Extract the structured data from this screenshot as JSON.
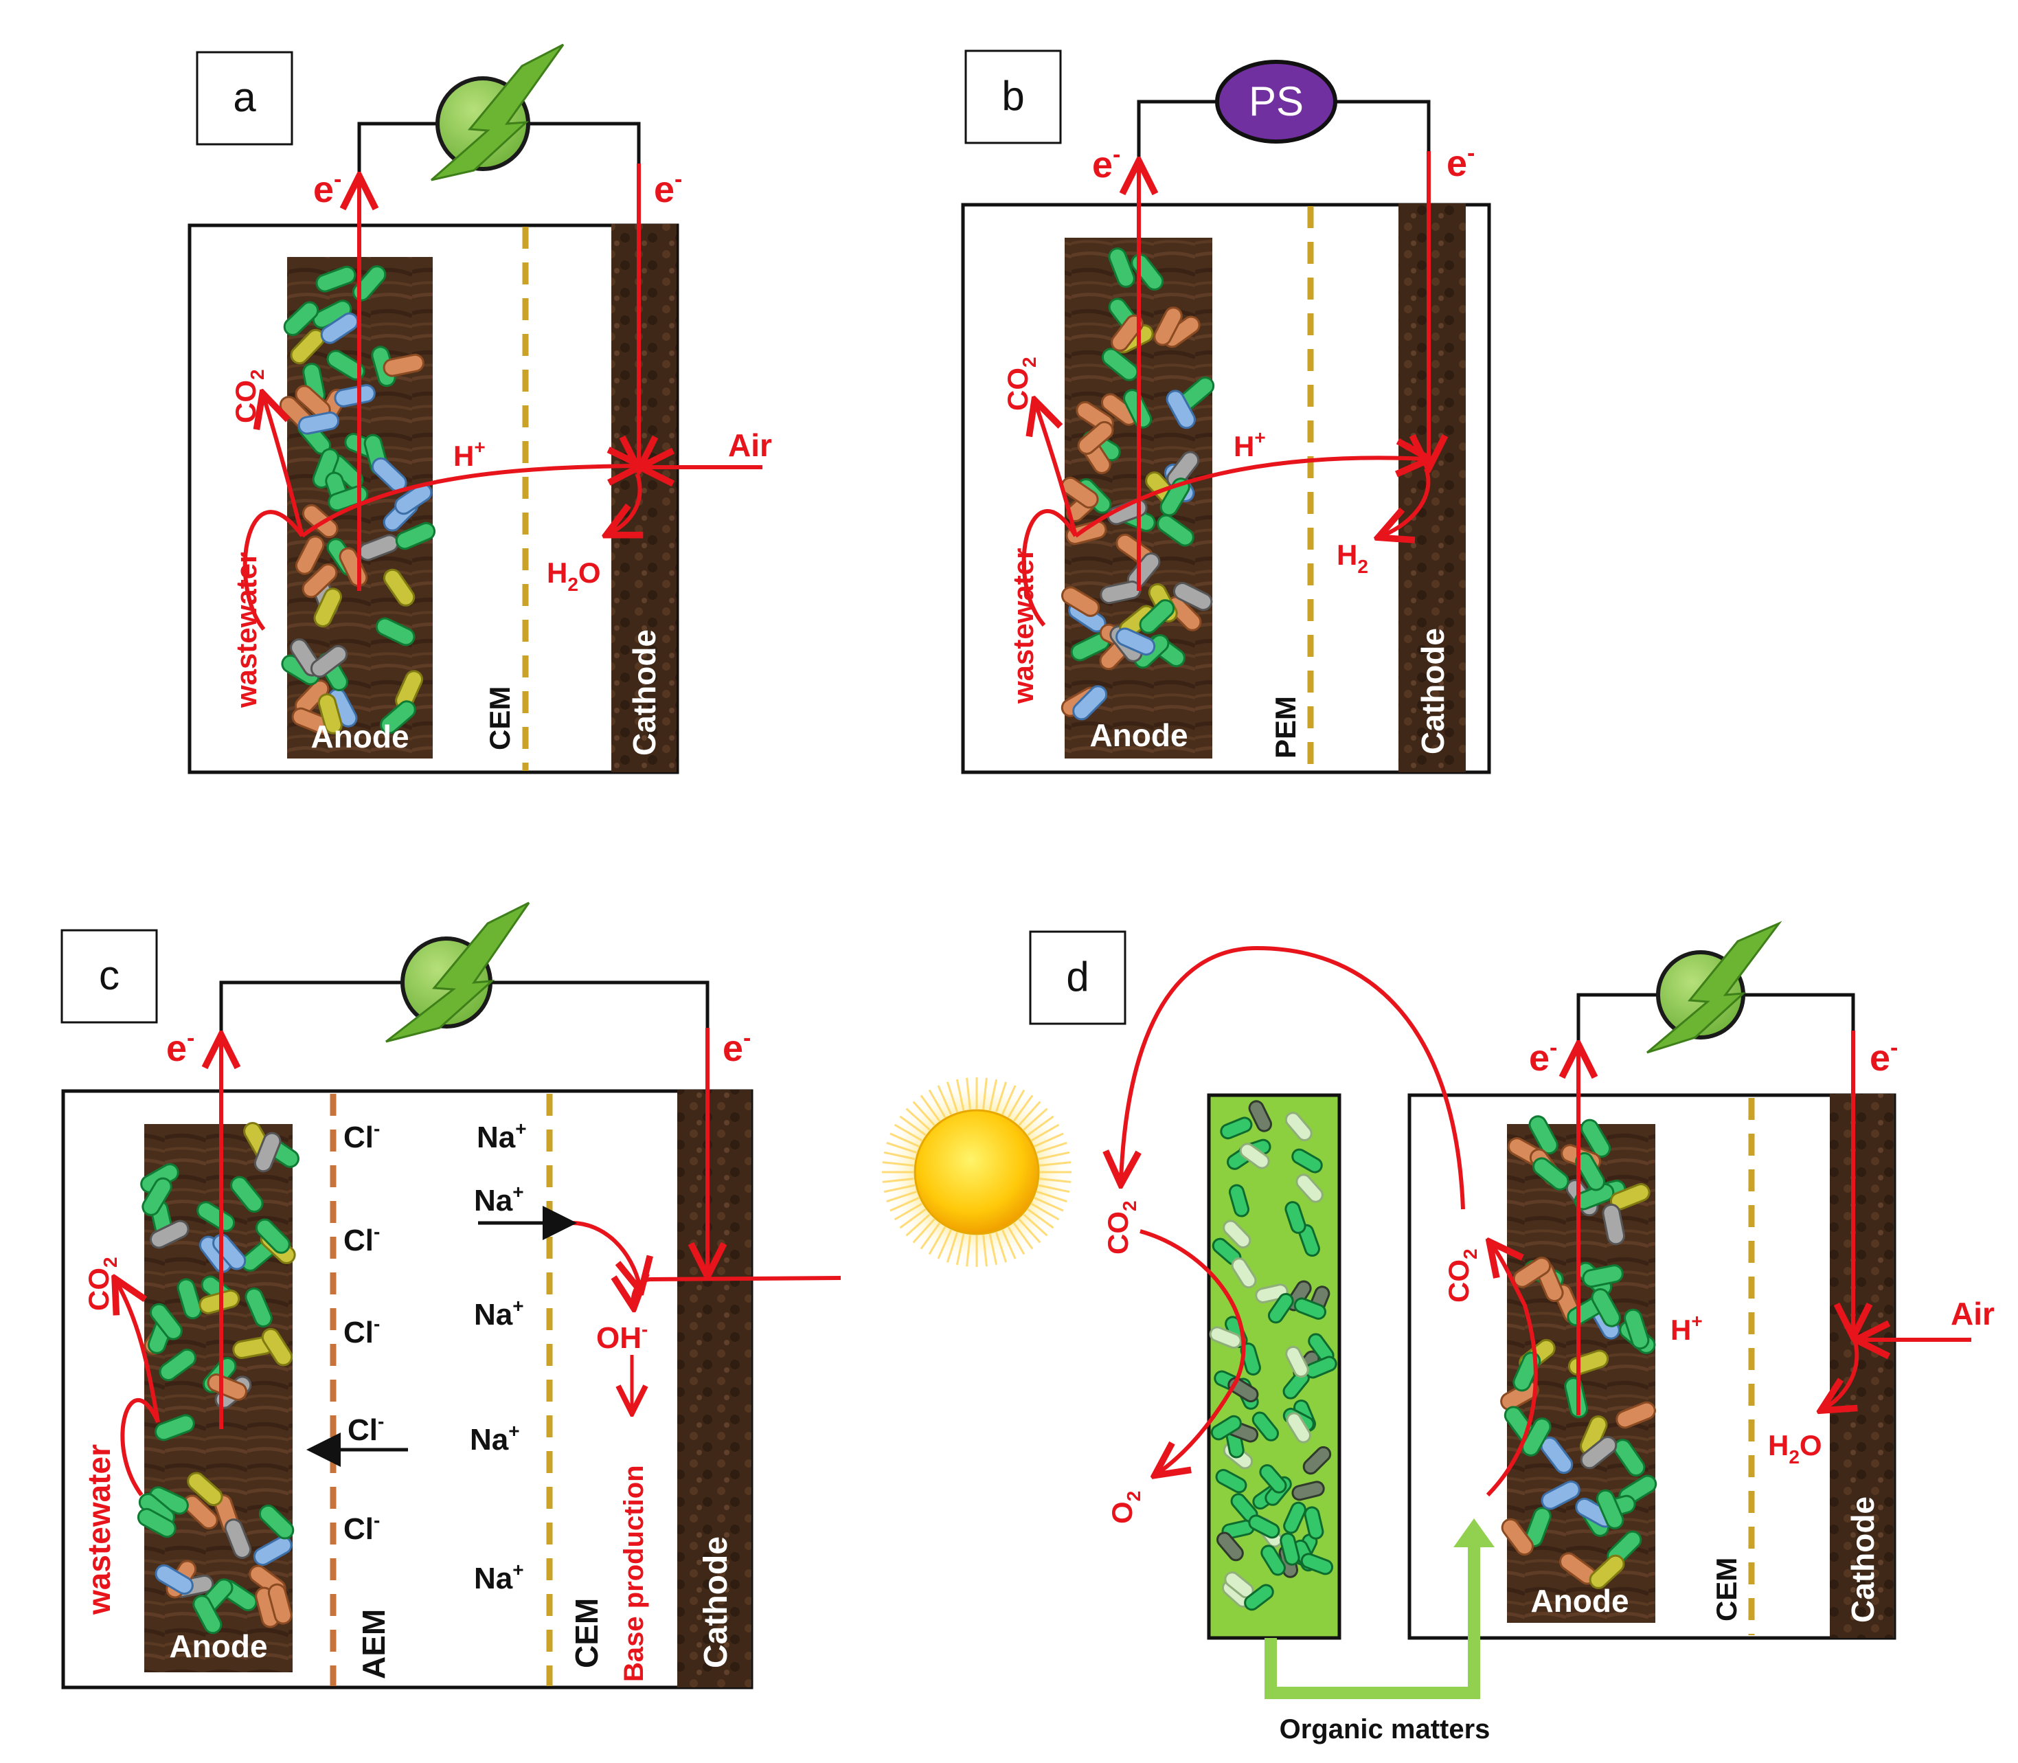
{
  "colors": {
    "arrow_red": "#e8141c",
    "electrode_brown": "#4a2e1c",
    "membrane_gold": "#c9a227",
    "membrane_orange": "#c8733a",
    "power_green": "#7dc242",
    "ps_purple": "#7030a0",
    "algae_green": "#8ccf3f",
    "flow_green": "#92d050"
  },
  "icons": {
    "power_source": "lightning-bolt-icon",
    "sun": "sun-icon"
  },
  "panels": [
    {
      "letter": "a",
      "anode_label": "Anode",
      "membrane_label": "CEM",
      "cathode_label": "Cathode",
      "electron_left": "e",
      "electron_right": "e",
      "electron_superscript": "-",
      "co2": "CO",
      "co2_sub": "2",
      "wastewater": "wastewater",
      "proton": "H",
      "proton_sup": "+",
      "air": "Air",
      "product": "H",
      "product_sub": "2",
      "product_tail": "O"
    },
    {
      "letter": "b",
      "power_label": "PS",
      "anode_label": "Anode",
      "membrane_label": "PEM",
      "cathode_label": "Cathode",
      "electron_left": "e",
      "electron_right": "e",
      "electron_superscript": "-",
      "co2": "CO",
      "co2_sub": "2",
      "wastewater": "wastewater",
      "proton": "H",
      "proton_sup": "+",
      "product": "H",
      "product_sub": "2"
    },
    {
      "letter": "c",
      "anode_label": "Anode",
      "aem_label": "AEM",
      "cem_label": "CEM",
      "cathode_label": "Cathode",
      "electron_left": "e",
      "electron_right": "e",
      "electron_superscript": "-",
      "co2": "CO",
      "co2_sub": "2",
      "wastewater": "wastewater",
      "chloride": "Cl",
      "chloride_sup": "-",
      "sodium": "Na",
      "sodium_sup": "+",
      "hydroxide": "OH",
      "hydroxide_sup": "-",
      "base_production": "Base production"
    },
    {
      "letter": "d",
      "anode_label": "Anode",
      "membrane_label": "CEM",
      "cathode_label": "Cathode",
      "electron_left": "e",
      "electron_right": "e",
      "electron_superscript": "-",
      "co2": "CO",
      "co2_sub": "2",
      "o2": "O",
      "o2_sub": "2",
      "proton": "H",
      "proton_sup": "+",
      "air": "Air",
      "product": "H",
      "product_sub": "2",
      "product_tail": "O",
      "organic_matters": "Organic matters"
    }
  ]
}
